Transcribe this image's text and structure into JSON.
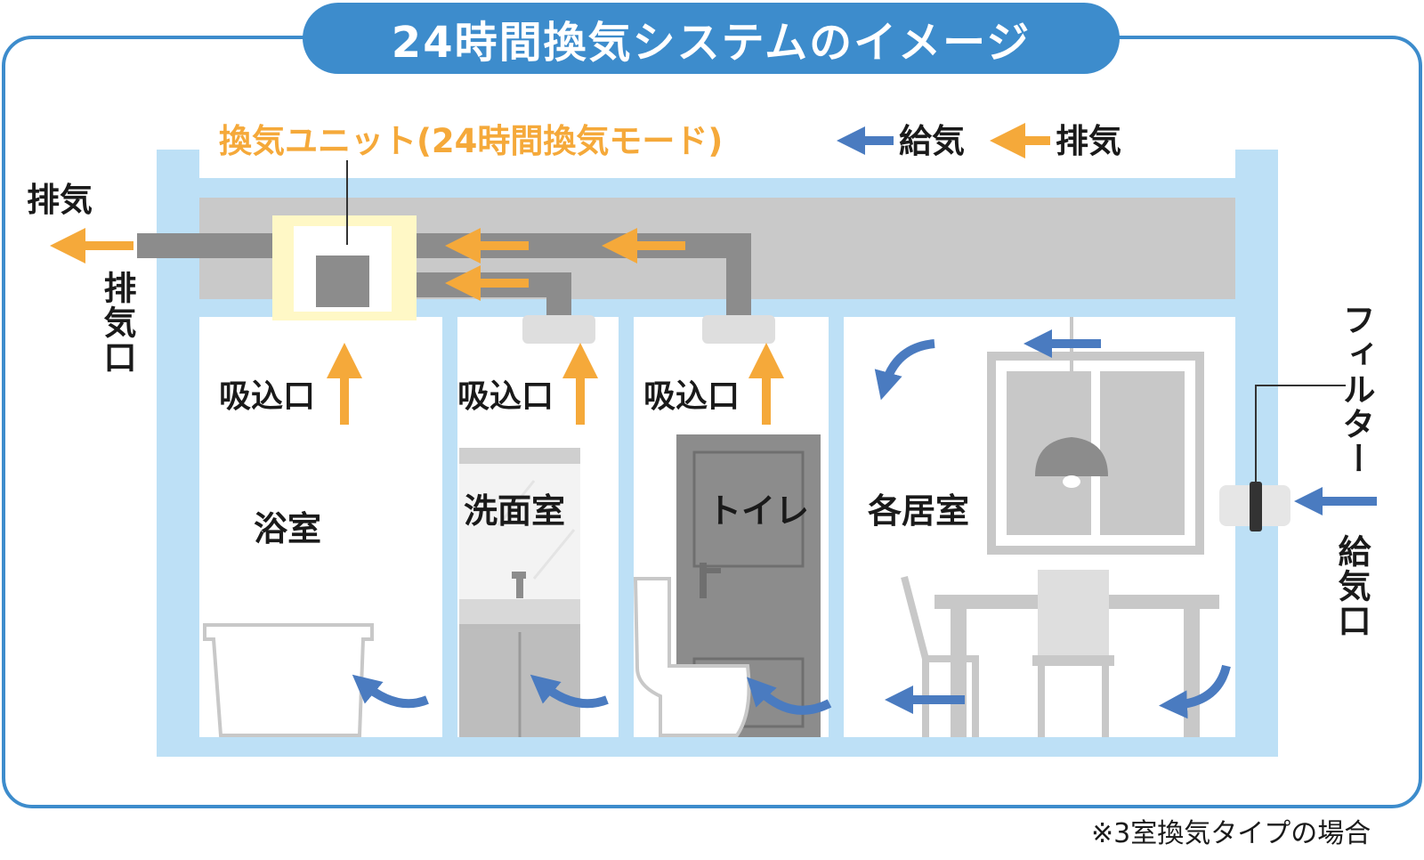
{
  "title": "24時間換気システムのイメージ",
  "unit_label": "換気ユニット(24時間換気モード)",
  "legend": {
    "supply": "給気",
    "exhaust": "排気"
  },
  "outside": {
    "exhaust": "排気",
    "exhaust_port": "排気口",
    "supply_port": "給気口",
    "filter": "フィルター"
  },
  "rooms": [
    {
      "name": "浴室",
      "intake": "吸込口"
    },
    {
      "name": "洗面室",
      "intake": "吸込口"
    },
    {
      "name": "トイレ",
      "intake": "吸込口"
    },
    {
      "name": "各居室"
    }
  ],
  "footnote": "※3室換気タイプの場合",
  "colors": {
    "frame_blue": "#3d8ccc",
    "wall_blue": "#bde0f6",
    "duct_gray": "#8c8c8c",
    "ceiling_gray": "#c9c9c9",
    "exhaust_orange": "#f5a93a",
    "supply_blue": "#4a7bc0",
    "unit_yellow": "#fff8c6",
    "furniture_gray": "#c8c8c8"
  }
}
